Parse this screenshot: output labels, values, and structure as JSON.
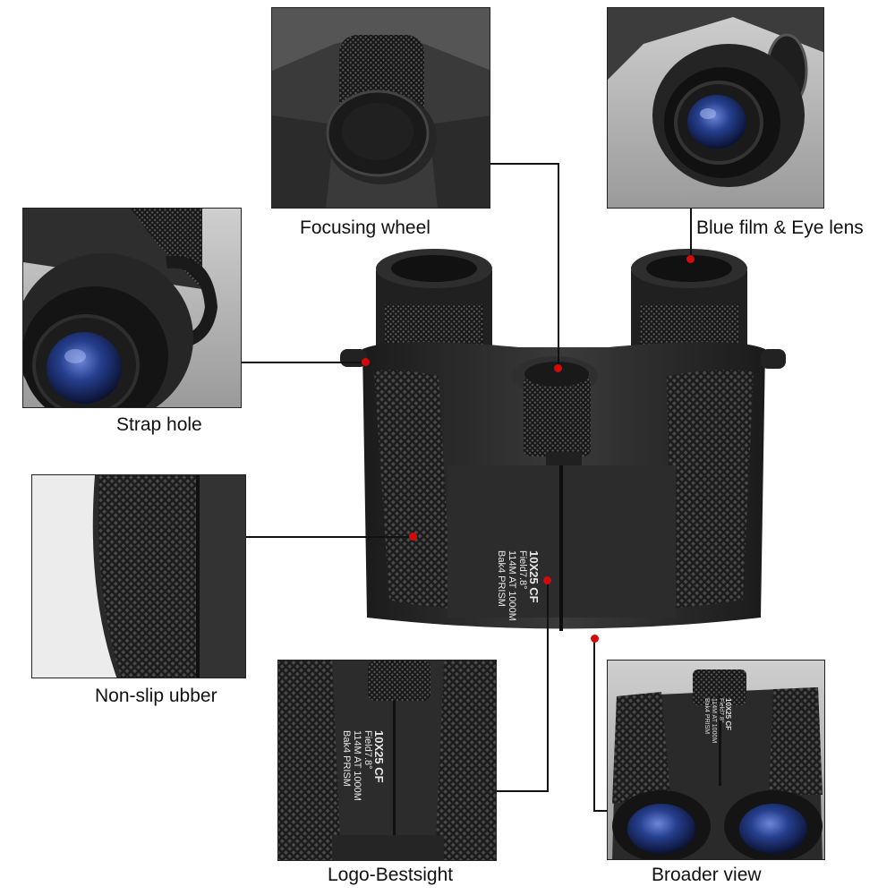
{
  "captions": {
    "focusing_wheel": "Focusing wheel",
    "eye_lens": "Blue film & Eye lens",
    "strap_hole": "Strap hole",
    "non_slip": "Non-slip ubber",
    "logo": "Logo-Bestsight",
    "broader_view": "Broader view"
  },
  "product_print": {
    "model": "10X25 CF",
    "field": "Field7.8°",
    "distance": "114M AT 1000M",
    "prism": "Bak4 PRISM"
  },
  "colors": {
    "callout_dot": "#d30a0a",
    "lens_blue": "#1c2f7a",
    "body": "#2a2a2a"
  }
}
